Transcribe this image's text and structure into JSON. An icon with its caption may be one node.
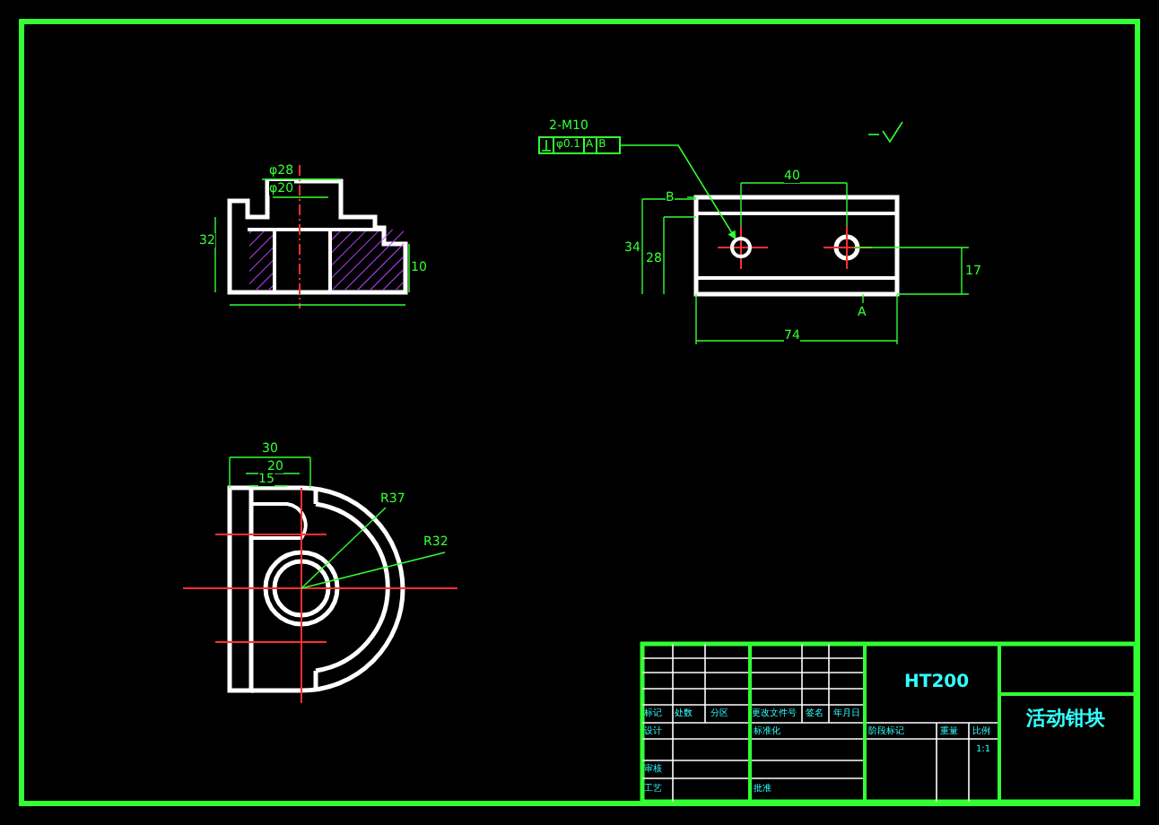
{
  "diagram": {
    "nodes": [
      {
        "text": [
          "φ0.1",
          "A",
          "B"
        ],
        "beside": [
          "2-M10"
        ]
      },
      {
        "text": [],
        "shape": "circle"
      }
    ],
    "edges": [
      {
        "from": 0,
        "to": 1,
        "arrow": "to"
      }
    ],
    "labels": [
      "φ28",
      "φ20",
      "40",
      "B",
      "32",
      "34",
      "28",
      "10",
      "17",
      "A",
      "74",
      "30",
      "20",
      "15",
      "R37",
      "R32",
      "HT200",
      "标记",
      "处数",
      "分区",
      "更改文件号",
      "签名",
      "年月日",
      "活动钳块",
      "设计",
      "标准化",
      "阶段标记",
      "重量",
      "比例",
      "1:1",
      "审核",
      "工艺",
      "批准"
    ]
  }
}
